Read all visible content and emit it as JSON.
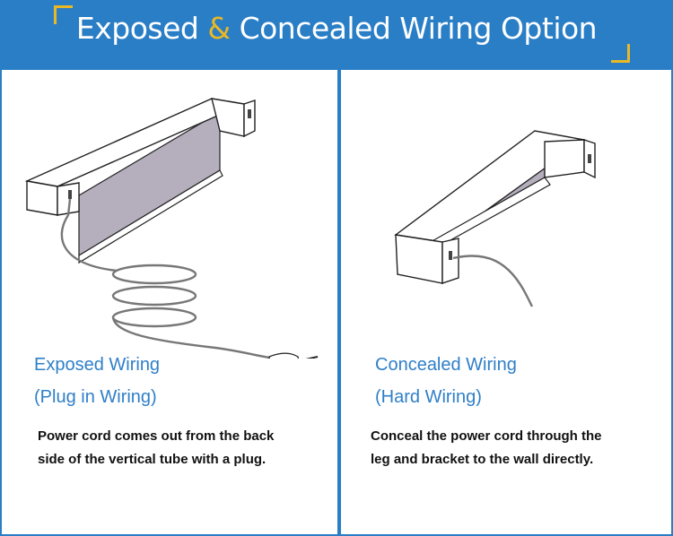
{
  "header": {
    "title_part1": "Exposed ",
    "title_amp": "&",
    "title_part2": " Concealed Wiring Option"
  },
  "exposed": {
    "heading_line1": "Exposed Wiring",
    "heading_line2": "(Plug in Wiring)",
    "description": "Power cord comes out from the back side of the vertical tube with a plug."
  },
  "concealed": {
    "heading_line1": "Concealed Wiring",
    "heading_line2": "(Hard Wiring)",
    "description": "Conceal the power cord through the leg and bracket to the wall directly."
  },
  "colors": {
    "header_blue": "#2a7ec6",
    "accent_gold": "#e9b824",
    "heading_blue": "#2f7fc8",
    "tube_inner": "#b5aebd"
  },
  "icons": [
    "towel-bar-exposed-illustration",
    "towel-bar-concealed-illustration",
    "power-plug-icon",
    "coiled-cord"
  ]
}
